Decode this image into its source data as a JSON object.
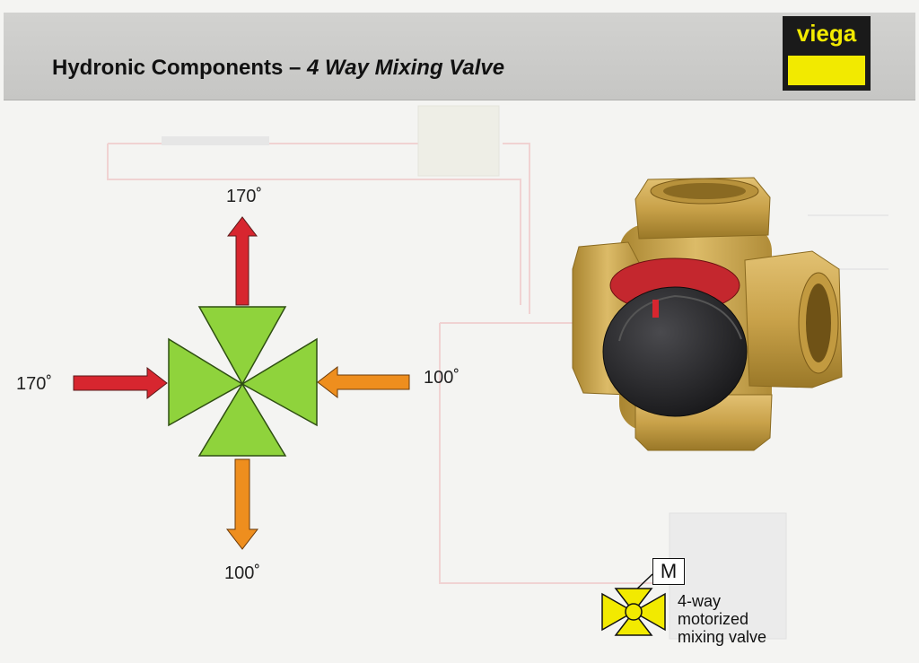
{
  "header": {
    "title_main": "Hydronic Components – ",
    "title_italic": "4 Way Mixing Valve",
    "logo_text": "viega"
  },
  "diagram": {
    "label_top": "170˚",
    "label_left": "170˚",
    "label_right": "100˚",
    "label_bottom": "100˚"
  },
  "legend": {
    "motor_symbol": "M",
    "caption_line1": "4-way",
    "caption_line2": "motorized",
    "caption_line3": "mixing valve"
  },
  "colors": {
    "hot_arrow": "#d7262f",
    "cool_arrow": "#ee8e1e",
    "valve_green": "#8fd33c",
    "symbol_yellow": "#f2ea00",
    "brass": "#c9a24a",
    "knob": "#2a2a2c"
  }
}
